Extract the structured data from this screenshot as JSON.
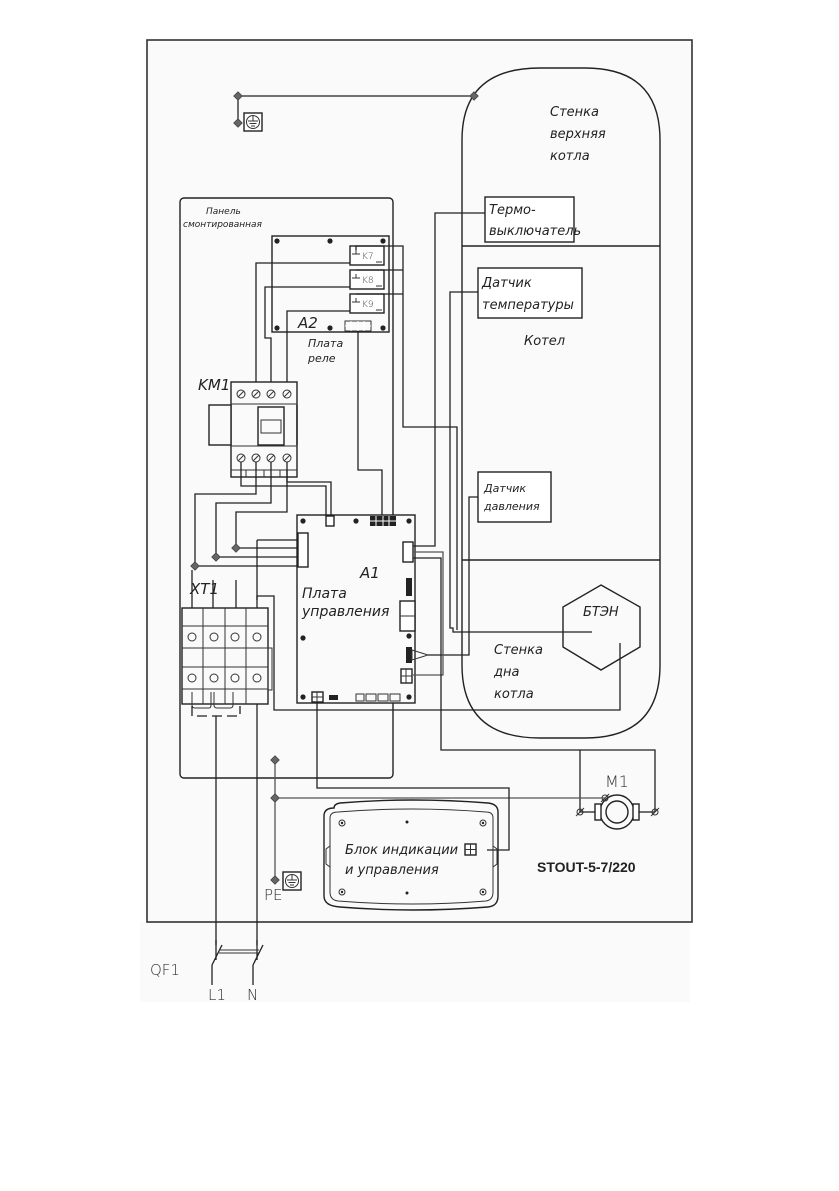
{
  "diagram": {
    "model": "STOUT-5-7/220",
    "boiler": {
      "top_wall": [
        "Стенка",
        "верхняя",
        "котла"
      ],
      "body": "Котел",
      "bottom_wall": [
        "Стенка",
        "дна",
        "котла"
      ]
    },
    "panel": {
      "label": [
        "Панель",
        "смонтированная"
      ]
    },
    "components": {
      "thermo_switch": [
        "Термо-",
        "выключатель"
      ],
      "temp_sensor": [
        "Датчик",
        "температуры"
      ],
      "pressure_sensor": [
        "Датчик",
        "давления"
      ],
      "heater": "БТЭН",
      "relay_board": {
        "ref": "A2",
        "name": [
          "Плата",
          "реле"
        ],
        "relays": [
          "K7",
          "K8",
          "K9"
        ]
      },
      "control_board": {
        "ref": "A1",
        "name": [
          "Плата",
          "управления"
        ]
      },
      "contactor": "KM1",
      "terminal_block": "XT1",
      "motor": "M1",
      "display_unit": [
        "Блок индикации",
        "и управления"
      ],
      "protective_earth": "PE",
      "breaker": "QF1",
      "phase": "L1",
      "neutral": "N"
    }
  }
}
